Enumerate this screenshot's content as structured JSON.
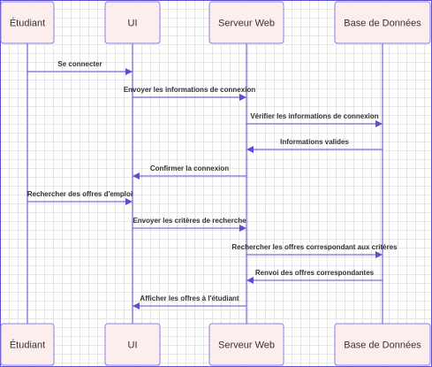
{
  "participants": [
    {
      "id": "etudiant",
      "label": "Étudiant"
    },
    {
      "id": "ui",
      "label": "UI"
    },
    {
      "id": "serveur",
      "label": "Serveur Web"
    },
    {
      "id": "bdd",
      "label": "Base de Données"
    }
  ],
  "messages": [
    {
      "from": "etudiant",
      "to": "ui",
      "label": "Se connecter"
    },
    {
      "from": "ui",
      "to": "serveur",
      "label": "Envoyer les informations de connexion"
    },
    {
      "from": "serveur",
      "to": "bdd",
      "label": "Vérifier les informations de connexion"
    },
    {
      "from": "bdd",
      "to": "serveur",
      "label": "Informations valides"
    },
    {
      "from": "serveur",
      "to": "ui",
      "label": "Confirmer la connexion"
    },
    {
      "from": "etudiant",
      "to": "ui",
      "label": "Rechercher des offres d'emploi"
    },
    {
      "from": "ui",
      "to": "serveur",
      "label": "Envoyer les critères de recherche"
    },
    {
      "from": "serveur",
      "to": "bdd",
      "label": "Rechercher les offres correspondant aux critères"
    },
    {
      "from": "bdd",
      "to": "serveur",
      "label": "Renvoi des offres correspondantes"
    },
    {
      "from": "serveur",
      "to": "ui",
      "label": "Afficher les offres à l'étudiant"
    }
  ],
  "colors": {
    "box_fill": "#fdeeee",
    "box_stroke": "#8e7ce0",
    "line": "#5b4fd6",
    "text": "#333333"
  }
}
